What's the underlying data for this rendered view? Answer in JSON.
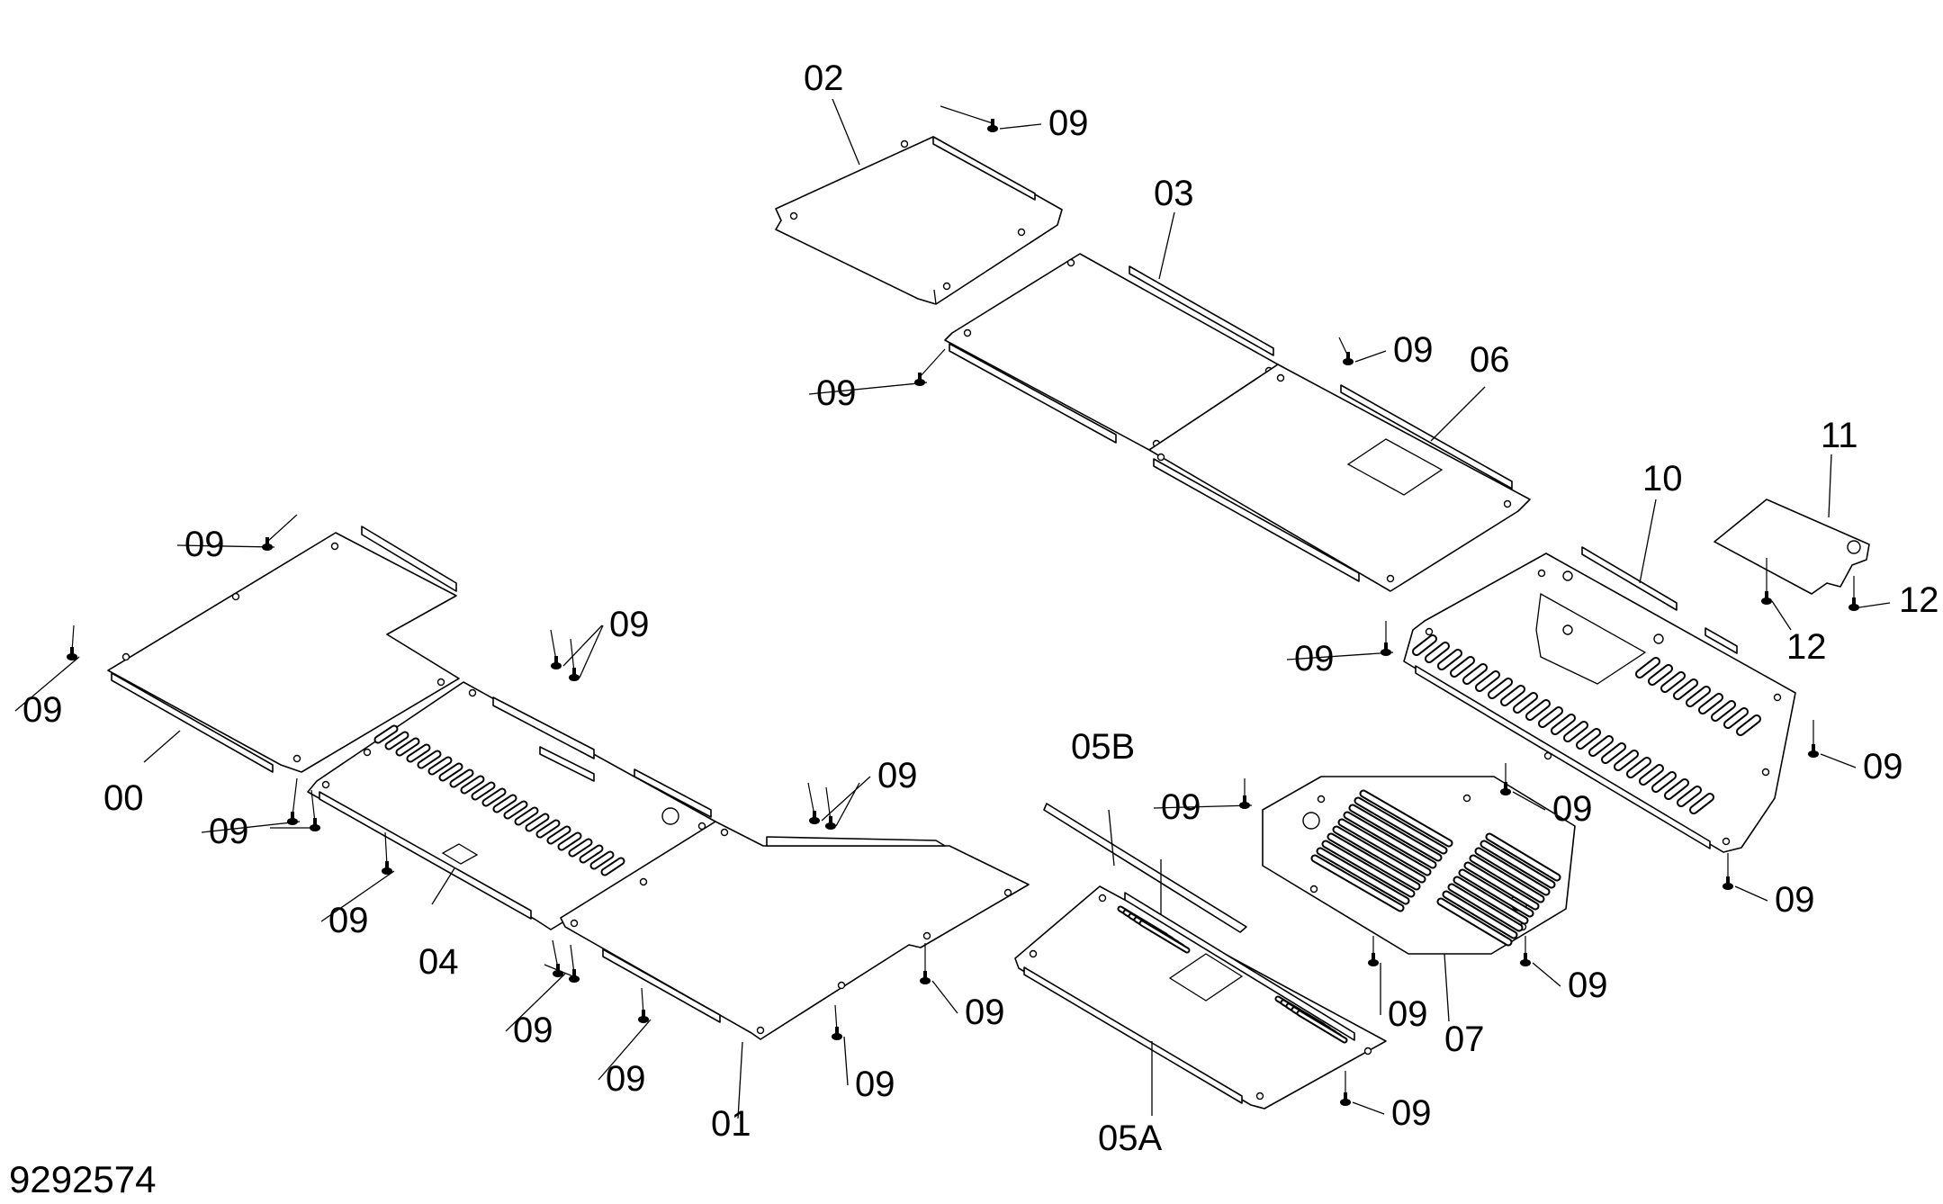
{
  "drawing_number": "9292574",
  "labels": {
    "p00": "00",
    "p01": "01",
    "p02": "02",
    "p03": "03",
    "p04": "04",
    "p05A": "05A",
    "p05B": "05B",
    "p06": "06",
    "p07": "07",
    "p09": "09",
    "p10": "10",
    "p11": "11",
    "p12": "12"
  },
  "colors": {
    "line": "#000000",
    "background": "#ffffff"
  }
}
